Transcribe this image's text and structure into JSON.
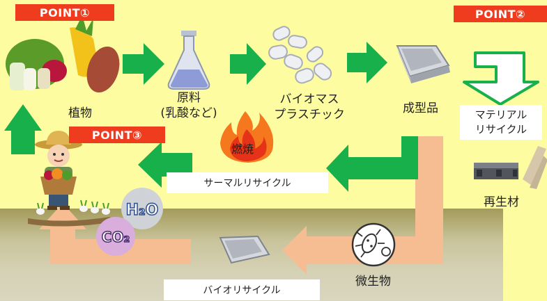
{
  "points": {
    "p1": "POINT①",
    "p2": "POINT②",
    "p3": "POINT③"
  },
  "labels": {
    "plants": "植物",
    "raw_line1": "原料",
    "raw_line2": "(乳酸など)",
    "bio_line1": "バイオマス",
    "bio_line2": "プラスチック",
    "molded": "成型品",
    "material_line1": "マテリアル",
    "material_line2": "リサイクル",
    "recycled": "再生材",
    "combustion": "燃焼",
    "thermal": "サーマルリサイクル",
    "microbes": "微生物",
    "bio_recycle": "バイオリサイクル",
    "h2o": "H₂O",
    "co2": "CO₂"
  },
  "colors": {
    "background": "#fefca0",
    "point_badge": "#f03c1e",
    "green_arrow": "#18b04a",
    "peach_arrow": "#f7bd92"
  }
}
